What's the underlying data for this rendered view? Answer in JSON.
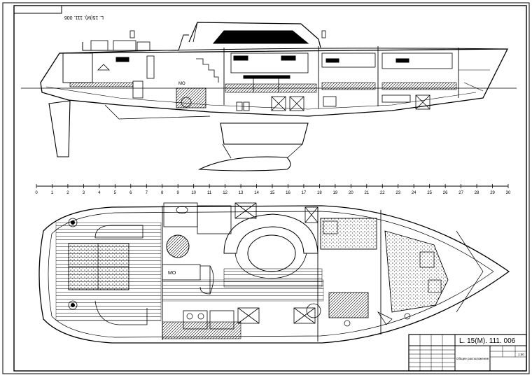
{
  "drawing": {
    "number": "L. 15(M). 111. 006",
    "number_mirrored": "L. 15(M). 111. 006",
    "title": "Общее расположение",
    "scale_label": "1:50"
  },
  "scale_bar": {
    "labels": [
      "0",
      "1",
      "2",
      "3",
      "4",
      "5",
      "6",
      "7",
      "8",
      "9",
      "10",
      "11",
      "12",
      "13",
      "14",
      "15",
      "16",
      "17",
      "18",
      "19",
      "20",
      "21",
      "22",
      "23",
      "24",
      "25",
      "26",
      "27",
      "28",
      "29",
      "30"
    ]
  },
  "labels": {
    "engine_side": "МО",
    "engine_plan": "МО"
  },
  "colors": {
    "line": "#000000",
    "paper": "#ffffff"
  }
}
